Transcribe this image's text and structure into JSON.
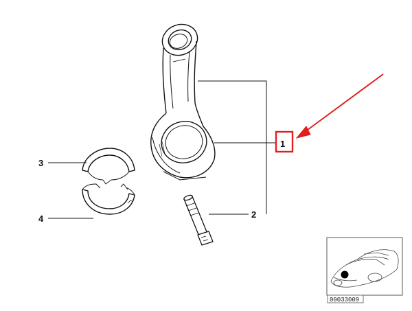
{
  "callouts": [
    {
      "id": "1",
      "label": "1",
      "part": "connecting-rod",
      "highlighted": true
    },
    {
      "id": "2",
      "label": "2",
      "part": "rod-bolt",
      "highlighted": false
    },
    {
      "id": "3",
      "label": "3",
      "part": "upper-bearing-shell",
      "highlighted": false
    },
    {
      "id": "4",
      "label": "4",
      "part": "lower-bearing-shell",
      "highlighted": false
    }
  ],
  "inset": {
    "code": "00033009"
  },
  "colors": {
    "line": "#111111",
    "highlight": "#e02020",
    "arrow": "#e02020"
  },
  "icons": {
    "engine-location-marker": "filled-circle",
    "car-silhouette": "outline-drawing"
  }
}
